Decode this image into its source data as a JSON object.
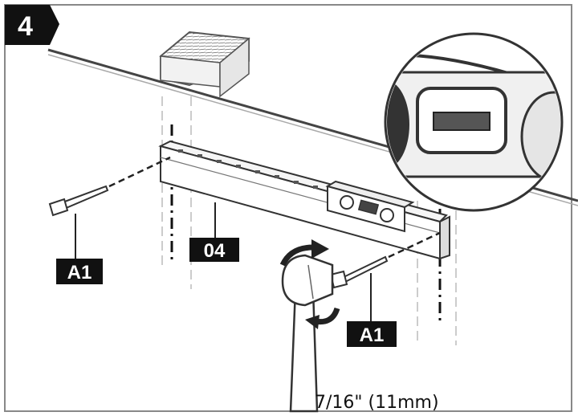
{
  "step": {
    "number": "4"
  },
  "labels": {
    "screw_left": "A1",
    "bracket": "04",
    "screw_right": "A1"
  },
  "tool": {
    "size": "7/16\" (11mm)"
  },
  "colors": {
    "label_bg": "#111111",
    "line": "#222222",
    "wall_stroke": "#444444"
  },
  "icons": [
    "wrench-icon",
    "rotate-arrow-icon",
    "bubble-level-icon",
    "screw-icon",
    "wall-stud-icon"
  ]
}
